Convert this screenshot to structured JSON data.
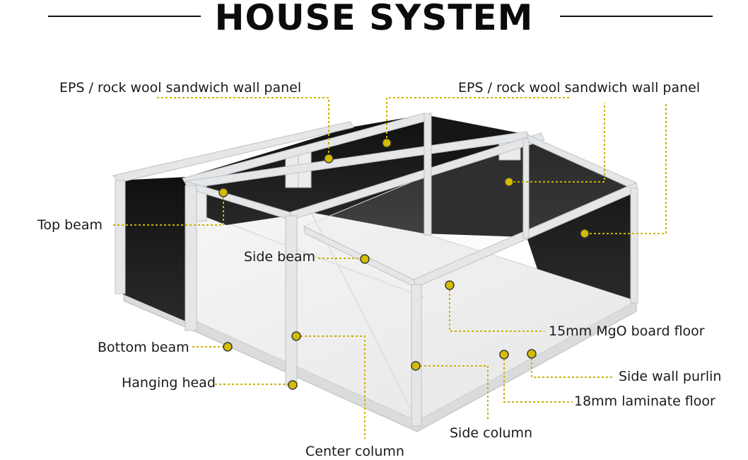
{
  "title": "HOUSE SYSTEM",
  "labels": {
    "wall_panel_left": "EPS / rock wool sandwich wall panel",
    "wall_panel_right": "EPS / rock wool sandwich wall panel",
    "top_beam": "Top beam",
    "side_beam": "Side beam",
    "bottom_beam": "Bottom beam",
    "hanging_head": "Hanging head",
    "center_column": "Center column",
    "side_column": "Side column",
    "mgo_floor": "15mm MgO board floor",
    "side_wall_purlin": "Side wall purlin",
    "laminate_floor": "18mm laminate floor"
  },
  "colors": {
    "callout": "#c9b200",
    "dot": "#d4bd00",
    "frame": "#e4e6e8",
    "panel": "#1c1c1c",
    "floor": "#f1f1f1"
  }
}
